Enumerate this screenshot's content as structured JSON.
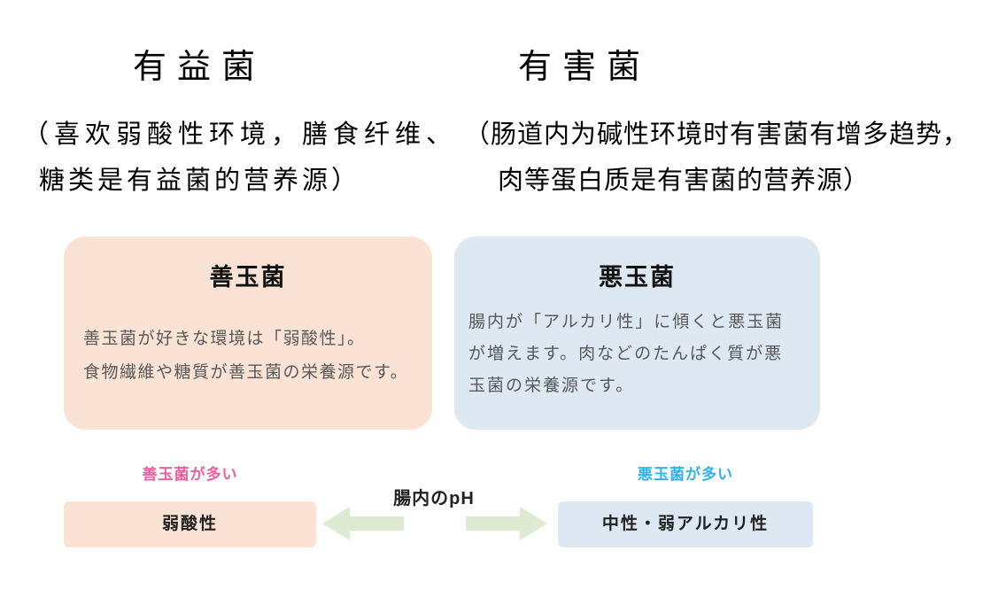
{
  "header": {
    "beneficial": {
      "title": "有益菌",
      "desc_lines": [
        "（喜欢弱酸性环境，膳食纤维、",
        "糖类是有益菌的营养源）"
      ]
    },
    "harmful": {
      "title": "有害菌",
      "desc_lines": [
        "（肠道内为碱性环境时有害菌有增多趋势，",
        "肉等蛋白质是有害菌的营养源）"
      ]
    }
  },
  "cards": {
    "good_bacteria": {
      "title": "善玉菌",
      "body_lines": [
        "善玉菌が好きな環境は「弱酸性」。",
        "食物繊維や糖質が善玉菌の栄養源です。"
      ],
      "bg_color": "#fae3d5"
    },
    "bad_bacteria": {
      "title": "悪玉菌",
      "body_lines": [
        "腸内が「アルカリ性」に傾くと悪玉菌",
        "が増えます。肉などのたんぱく質が悪",
        "玉菌の栄養源です。"
      ],
      "bg_color": "#dde8f3"
    }
  },
  "ph_scale": {
    "center_label": "腸内のpH",
    "left": {
      "label": "善玉菌が多い",
      "label_color": "#eb5f9e",
      "box_text": "弱酸性",
      "box_bg": "#fae3d5"
    },
    "right": {
      "label": "悪玉菌が多い",
      "label_color": "#2fb3ec",
      "box_text": "中性・弱アルカリ性",
      "box_bg": "#dde8f3"
    },
    "arrow_color": "#dcebd2"
  }
}
